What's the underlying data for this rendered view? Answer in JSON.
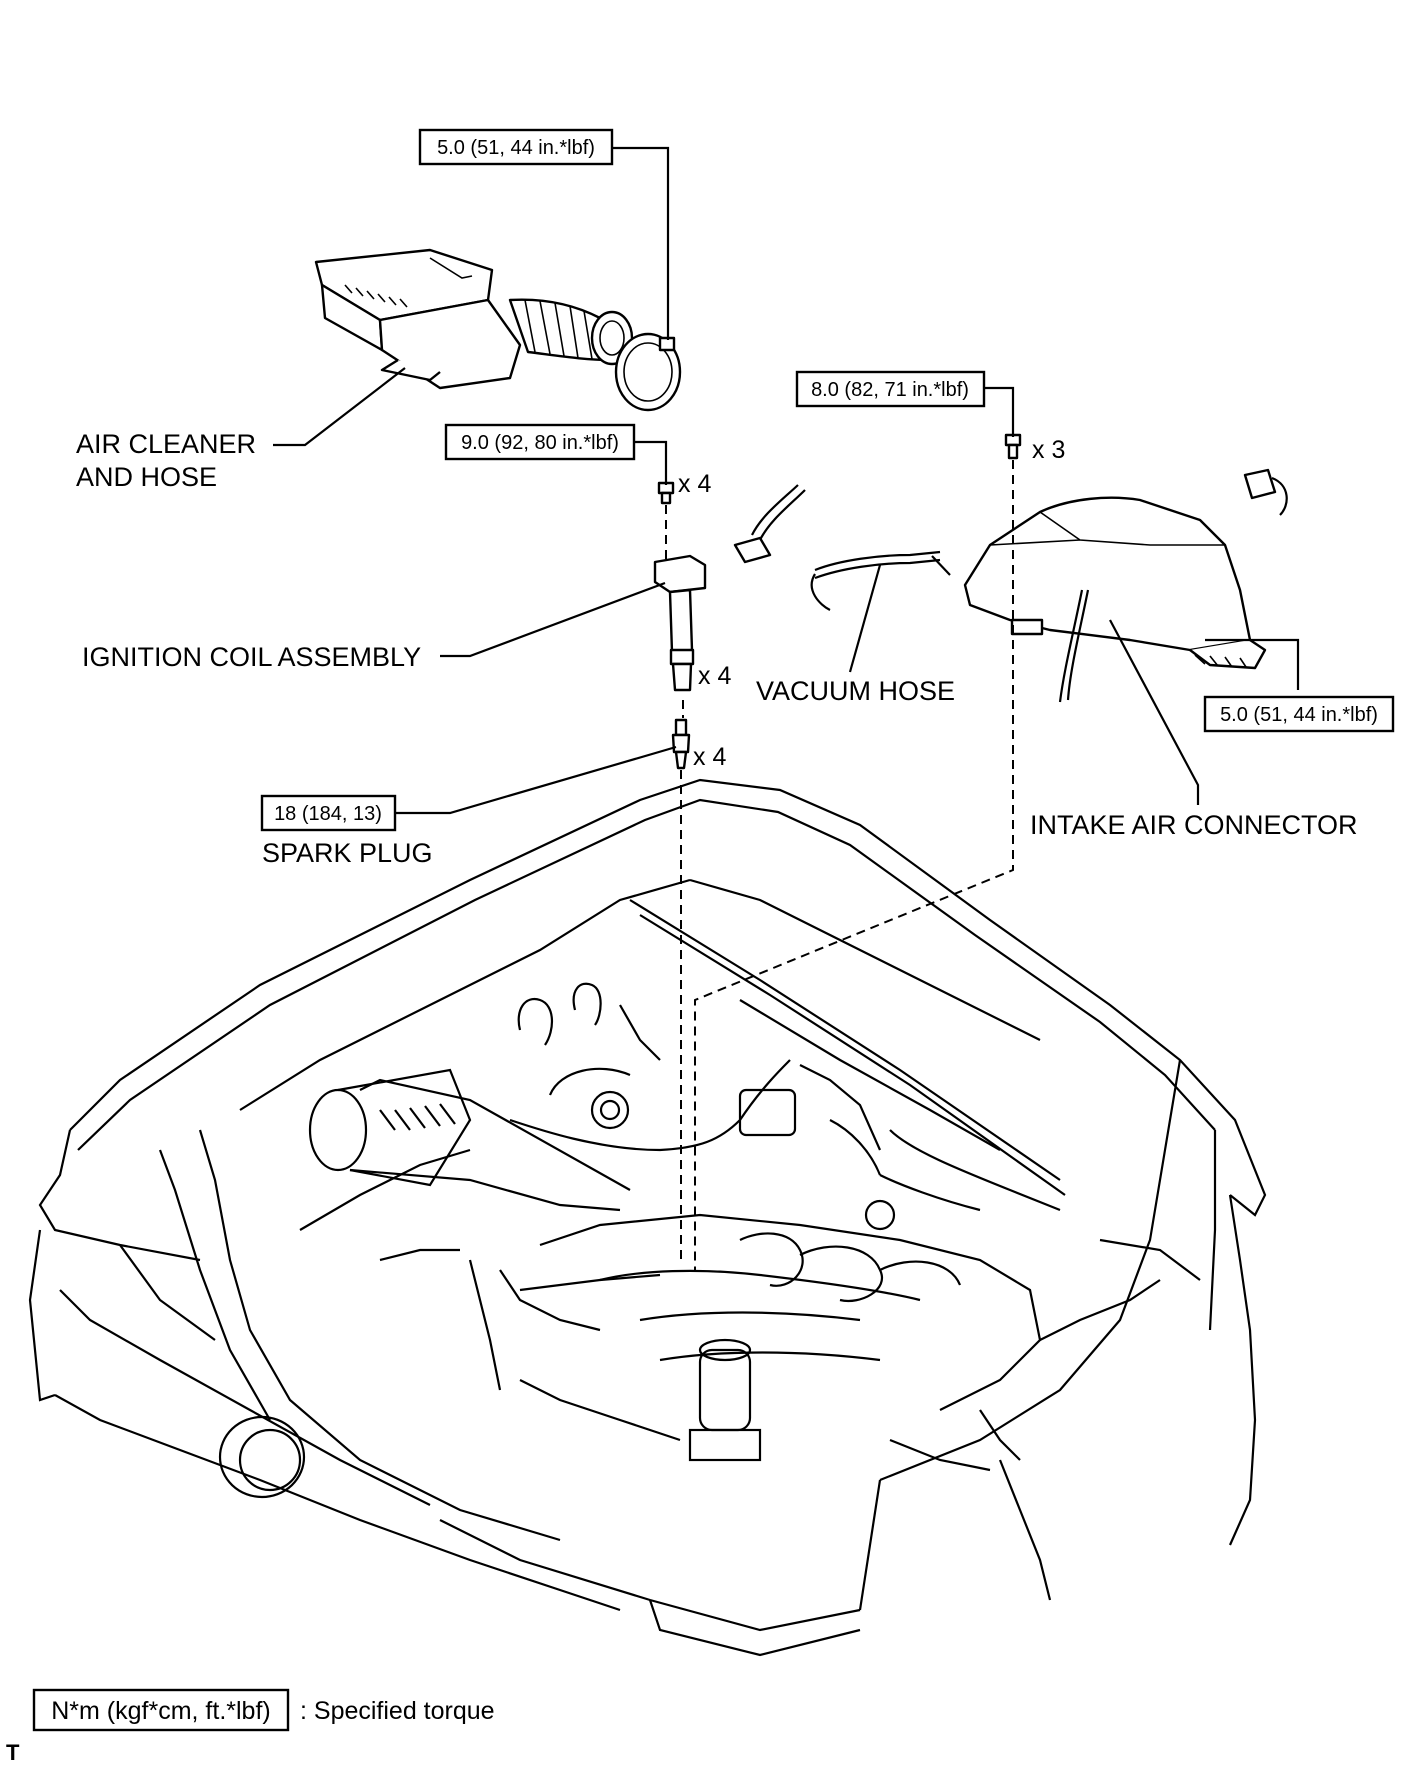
{
  "callouts": {
    "air_cleaner_hose": {
      "line1": "AIR CLEANER",
      "line2": "AND HOSE"
    },
    "ignition_coil": "IGNITION COIL ASSEMBLY",
    "vacuum_hose": "VACUUM HOSE",
    "spark_plug": "SPARK PLUG",
    "intake_air_connector": "INTAKE AIR CONNECTOR"
  },
  "torque_specs": {
    "hose_clamp": "5.0 (51, 44 in.*lbf)",
    "intake_bolt": "8.0 (82, 71 in.*lbf)",
    "coil_bolt": "9.0 (92, 80 in.*lbf)",
    "intake_clamp": "5.0 (51, 44 in.*lbf)",
    "spark_plug": "18 (184, 13)"
  },
  "quantities": {
    "intake_bolt": "x 3",
    "coil_bolt": "x 4",
    "coil": "x 4",
    "spark_plug": "x 4"
  },
  "legend": {
    "unit_box": "N*m (kgf*cm, ft.*lbf)",
    "meaning": ": Specified torque"
  },
  "corner_mark": "T"
}
